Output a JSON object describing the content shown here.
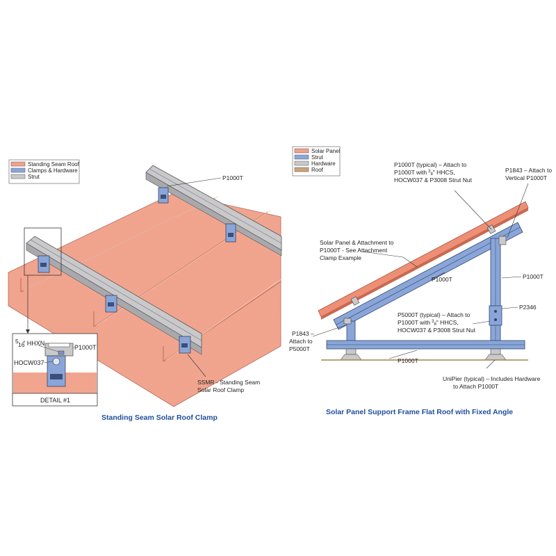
{
  "left": {
    "legend": [
      {
        "label": "Standing Seam Roof",
        "color": "#f4a08c"
      },
      {
        "label": "Clamps & Hardware",
        "color": "#8aa6d8"
      },
      {
        "label": "Strut",
        "color": "#c9c9cc"
      }
    ],
    "labels": {
      "p1000t": "P1000T",
      "ssmr_line1": "SSMR - Standing Seam",
      "ssmr_line2": "Solar Roof Clamp"
    },
    "detail": {
      "hhxn_num": "5",
      "hhxn_den": "16",
      "hhxn_text": "\" HHXN",
      "p1000t": "P1000T",
      "hocw": "HOCW037",
      "title": "DETAIL #1"
    },
    "caption": "Standing Seam Solar Roof Clamp"
  },
  "right": {
    "legend": [
      {
        "label": "Solar Panel",
        "color": "#f4a08c"
      },
      {
        "label": "Strut",
        "color": "#8aa6d8"
      },
      {
        "label": "Hardware",
        "color": "#c9c9cc"
      },
      {
        "label": "Roof",
        "color": "#c9a37a"
      }
    ],
    "labels": {
      "top_a1": "P1000T (typical) – Attach to",
      "top_a2_pre": "P1000T with",
      "top_a2_frac_num": "3",
      "top_a2_frac_den": "8",
      "top_a2_post": "\" HHCS,",
      "top_a3": "HOCW037 & P3008 Strut Nut",
      "top_b1": "P1843 – Attach to",
      "top_b2": "Vertical P1000T",
      "panel_1": "Solar Panel & Attachment to",
      "panel_2": "P1000T - See Attachment",
      "panel_3": "Clamp Example",
      "p1000t_diag": "P1000T",
      "p1000t_vert": "P1000T",
      "p2346": "P2346",
      "p5000t_1": "P5000T (typical) – Attach to",
      "p5000t_2_pre": "P1000T with",
      "p5000t_2_frac_num": "3",
      "p5000t_2_frac_den": "8",
      "p5000t_2_post": "\" HHCS,",
      "p5000t_3": "HOCW037 & P3008 Strut Nut",
      "p1843_1": "P1843 –",
      "p1843_2": "Attach to",
      "p1843_3": "P5000T",
      "p1000t_base": "P1000T",
      "unipier_1": "UniPier (typical) – Includes Hardware",
      "unipier_2": "to Attach P1000T"
    },
    "caption": "Solar Panel Support Frame Flat Roof with Fixed Angle"
  }
}
